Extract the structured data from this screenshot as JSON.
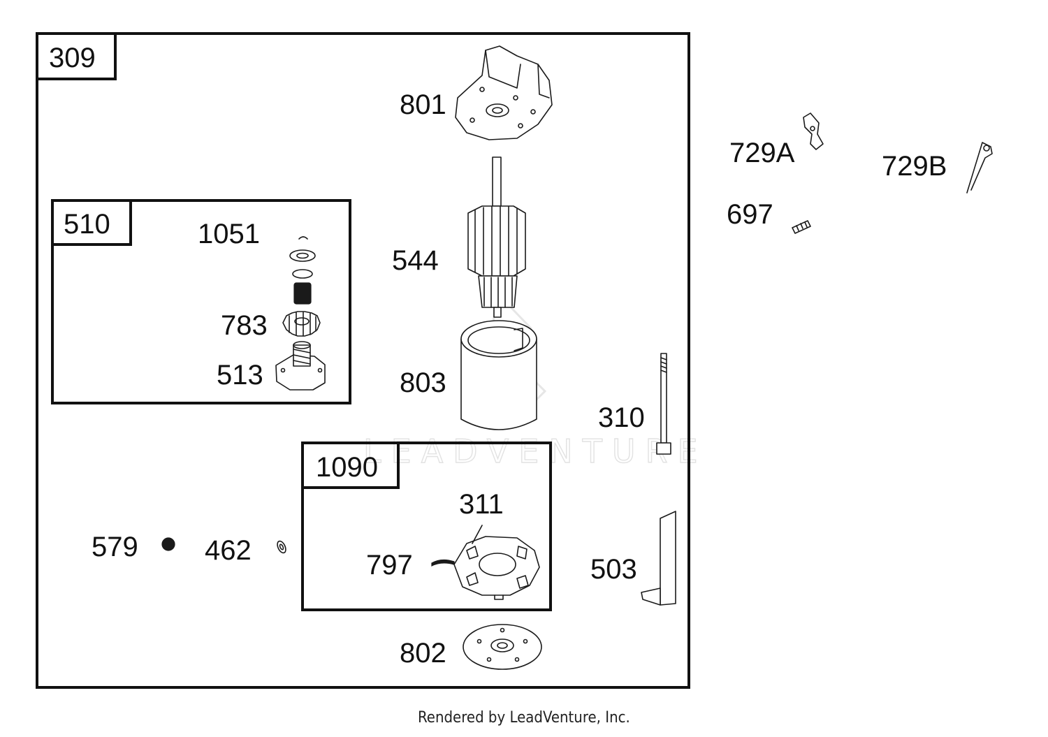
{
  "assembly": {
    "number": "309",
    "subassemblies": [
      {
        "number": "510",
        "parts": [
          "1051",
          "783",
          "513"
        ]
      },
      {
        "number": "1090",
        "parts": [
          "311",
          "797"
        ]
      }
    ],
    "parts": [
      "801",
      "544",
      "803",
      "310",
      "503",
      "579",
      "462",
      "802"
    ]
  },
  "loose_parts": [
    "729A",
    "729B",
    "697"
  ],
  "watermark": "LEADVENTURE",
  "footer": "Rendered by LeadVenture, Inc."
}
